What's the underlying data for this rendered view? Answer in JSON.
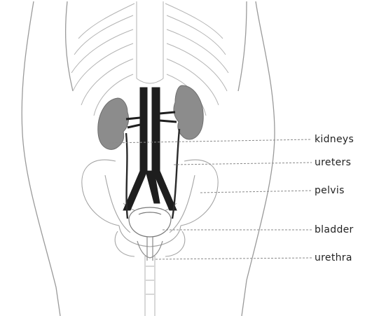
{
  "labels": {
    "kidneys": "kidneys",
    "ureters": "ureters",
    "pelvis": "pelvis",
    "bladder": "bladder",
    "urethra": "urethra"
  },
  "colors": {
    "outline": "#9a9a9a",
    "kidney_fill": "#8c8c8c",
    "vessel_fill": "#1e1e1e",
    "leader": "#8a8a8a",
    "text": "#222222"
  }
}
